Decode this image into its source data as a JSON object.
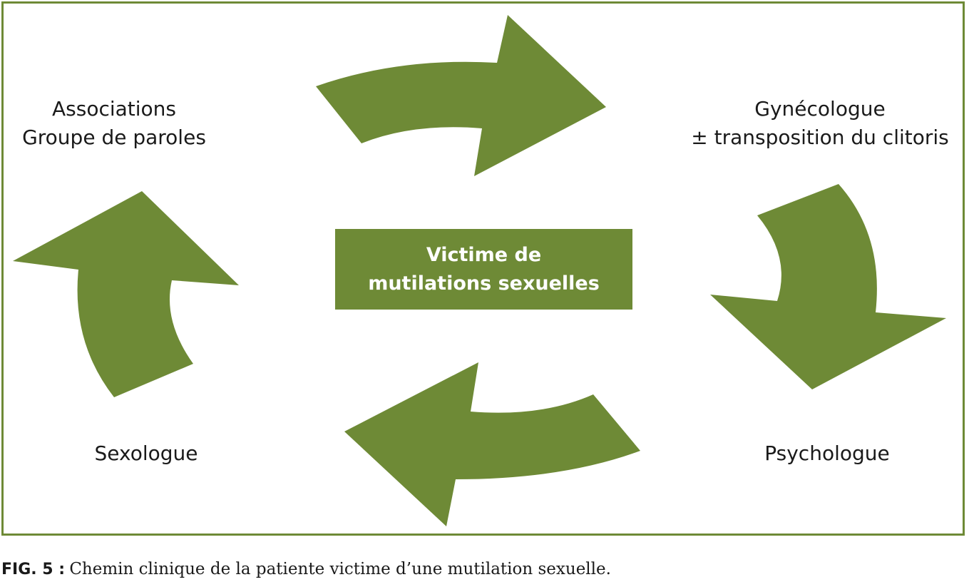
{
  "diagram": {
    "center": {
      "line1": "Victime de",
      "line2": "mutilations sexuelles"
    },
    "nodes": {
      "top_left": {
        "line1": "Associations",
        "line2": "Groupe de paroles"
      },
      "top_right": {
        "line1": "Gynécologue",
        "line2": "± transposition du clitoris"
      },
      "bottom_right": {
        "line1": "Psychologue"
      },
      "bottom_left": {
        "line1": "Sexologue"
      }
    },
    "colors": {
      "accent": "#6e8a36",
      "frame": "#6e8a36",
      "text": "#1a1a1a"
    },
    "arrows": [
      "arrow-top-right-icon",
      "arrow-right-down-icon",
      "arrow-bottom-left-icon",
      "arrow-left-up-icon"
    ]
  },
  "caption": {
    "figure": "FIG. 5 :",
    "text": "Chemin clinique de la patiente victime d’une mutilation sexuelle."
  }
}
